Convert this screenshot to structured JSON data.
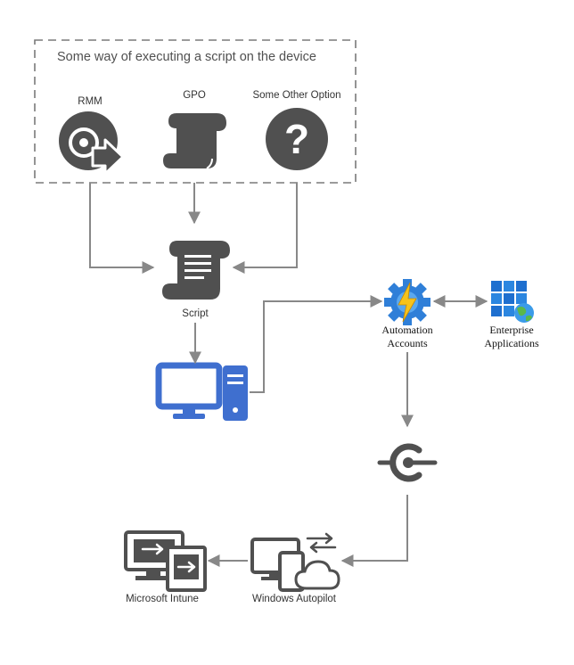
{
  "group": {
    "title": "Some way of executing a script on the device"
  },
  "nodes": {
    "rmm": {
      "label": "RMM",
      "icon": "rmm-disc-arrow-icon"
    },
    "gpo": {
      "label": "GPO",
      "icon": "scroll-icon"
    },
    "other": {
      "label": "Some Other Option",
      "icon": "question-mark-icon"
    },
    "script": {
      "label": "Script",
      "icon": "script-scroll-icon"
    },
    "device": {
      "label": "",
      "icon": "desktop-computer-icon"
    },
    "automation": {
      "label_line1": "Automation",
      "label_line2": "Accounts",
      "icon": "automation-gear-bolt-icon"
    },
    "enterprise": {
      "label_line1": "Enterprise",
      "label_line2": "Applications",
      "icon": "enterprise-apps-grid-globe-icon"
    },
    "connector": {
      "label": "",
      "icon": "api-connector-icon"
    },
    "autopilot": {
      "label": "Windows Autopilot",
      "icon": "windows-autopilot-devices-icon"
    },
    "intune": {
      "label": "Microsoft Intune",
      "icon": "intune-monitor-icon"
    }
  },
  "colors": {
    "icon_dark": "#505050",
    "arrow": "#888888",
    "computer_blue": "#3f6fcf",
    "gear_blue": "#2f7fd8",
    "bolt_yellow": "#f7c31a",
    "grid_blue": "#1e6fcf",
    "globe_green": "#5ab84a"
  }
}
